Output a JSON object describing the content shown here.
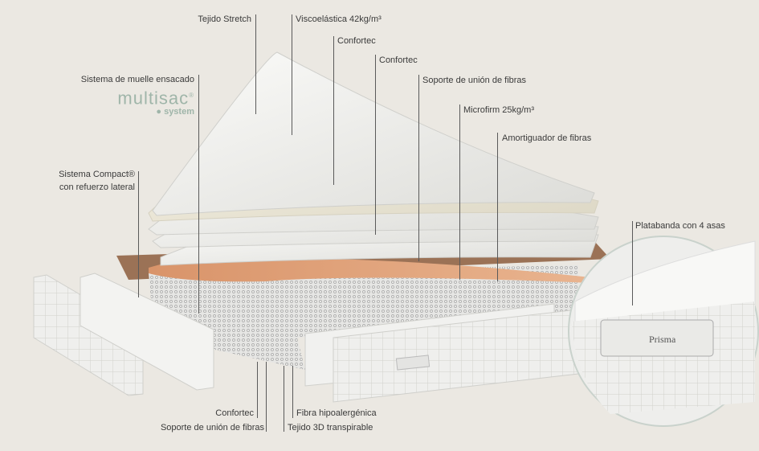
{
  "title": "Mattress layers exploded diagram",
  "logo": {
    "name": "multisac",
    "suffix": "® ",
    "sub": "● system"
  },
  "labels": {
    "tejido_stretch": "Tejido Stretch",
    "visco": "Viscoelástica 42kg/m³",
    "confortec_1": "Confortec",
    "confortec_2": "Confortec",
    "soporte_top": "Soporte de unión de fibras",
    "microfirm": "Microfirm 25kg/m³",
    "amortiguador": "Amortiguador de fibras",
    "platabanda": "Platabanda con 4 asas",
    "muelle": "Sistema de muelle ensacado",
    "compact_1": "Sistema Compact®",
    "compact_2": "con refuerzo lateral",
    "confortec_bottom": "Confortec",
    "soporte_bottom": "Soporte de unión de fibras",
    "fibra": "Fibra hipoalergénica",
    "tejido_3d": "Tejido 3D transpirable"
  },
  "inset": {
    "brand": "Prisma"
  }
}
